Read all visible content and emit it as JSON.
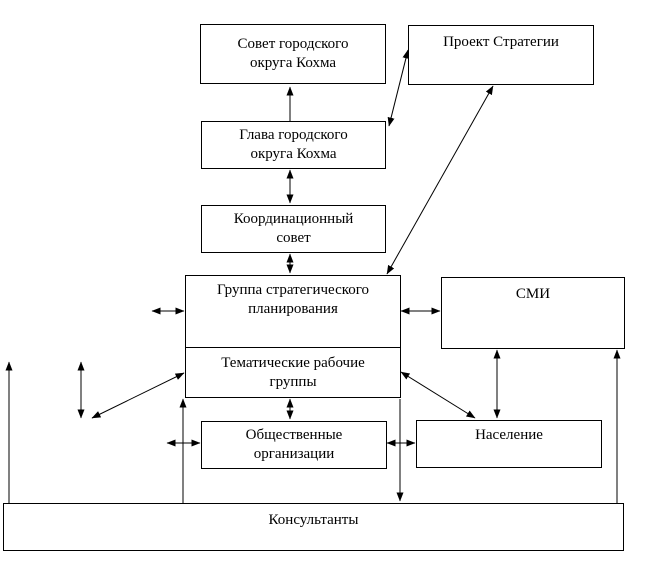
{
  "diagram": {
    "boxes": {
      "city_council": "Совет городского округа Кохма",
      "strategy_draft": "Проект Стратегии",
      "city_head": "Глава городского округа Кохма",
      "coordination_council": "Координационный совет",
      "strategic_planning_group": "Группа стратегического планирования",
      "media": "СМИ",
      "thematic_working_groups": "Тематические рабочие группы",
      "public_organizations": "Общественные организации",
      "population": "Население",
      "consultants": "Консультанты"
    },
    "line_color": "#000000",
    "background_color": "#ffffff"
  }
}
